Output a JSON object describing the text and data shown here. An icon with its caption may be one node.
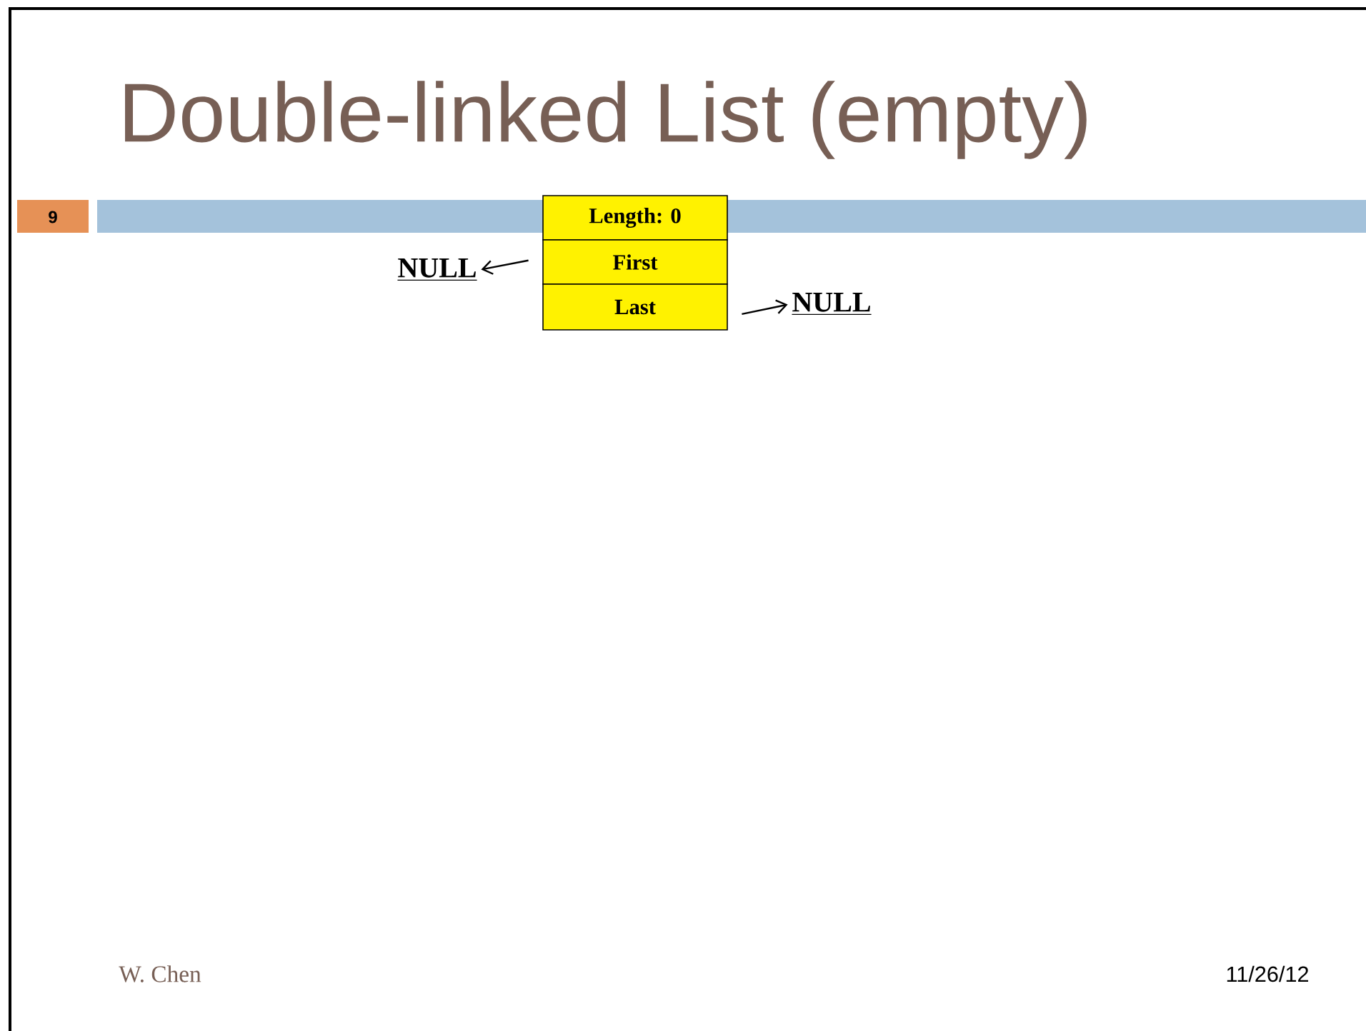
{
  "diagram": {
    "title": "Double-linked List (empty)",
    "nodes": [
      {
        "text": [
          "Length: 0"
        ]
      },
      {
        "text": [
          "First"
        ]
      },
      {
        "text": [
          "Last"
        ]
      },
      {
        "text": [
          "NULL"
        ]
      },
      {
        "text": [
          "NULL"
        ]
      }
    ],
    "edges": [
      {
        "from": 1,
        "to": 3,
        "arrow": "to"
      },
      {
        "from": 2,
        "to": 4,
        "arrow": "to"
      }
    ],
    "labels": [
      "9",
      "W. Chen",
      "11/26/12"
    ]
  }
}
